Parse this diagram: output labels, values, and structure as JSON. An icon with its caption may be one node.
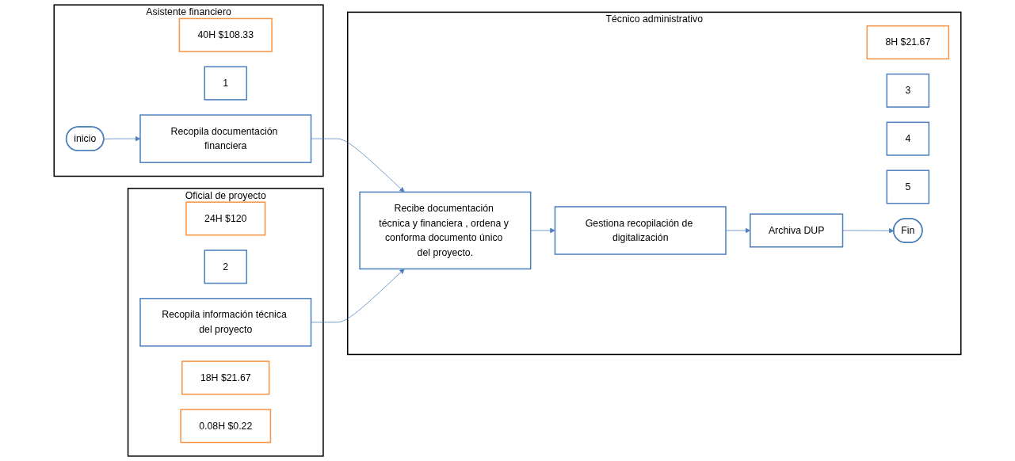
{
  "diagram": {
    "nodes": [
      {
        "text": [
          "Asistente financiero"
        ]
      },
      {
        "text": [
          "Oficial de proyecto"
        ]
      },
      {
        "text": [
          "Técnico administrativo"
        ]
      },
      {
        "text": [
          "inicio"
        ],
        "in": 0
      },
      {
        "text": [
          "40H $108.33"
        ],
        "in": 0
      },
      {
        "text": [
          "1"
        ],
        "in": 0
      },
      {
        "text": [
          "Recopila documentación financiera"
        ],
        "in": 0
      },
      {
        "text": [
          "24H $120"
        ],
        "in": 1
      },
      {
        "text": [
          "2"
        ],
        "in": 1
      },
      {
        "text": [
          "Recopila información técnica del proyecto"
        ],
        "in": 1
      },
      {
        "text": [
          "8H $21.67"
        ],
        "in": 2
      },
      {
        "text": [
          "3"
        ],
        "in": 2
      },
      {
        "text": [
          "Recibe documentación técnica y financiera , ordena y conforma documento único del proyecto."
        ],
        "in": 2
      },
      {
        "text": [
          "18H $21.67"
        ],
        "in": 1
      },
      {
        "text": [
          "4"
        ],
        "in": 2
      },
      {
        "text": [
          "Gestiona recopilación de digitalización"
        ],
        "in": 2
      },
      {
        "text": [
          "0.08H $0.22"
        ],
        "in": 1
      },
      {
        "text": [
          "5"
        ],
        "in": 2
      },
      {
        "text": [
          "Archiva DUP"
        ],
        "in": 2
      },
      {
        "text": [
          "Fin"
        ],
        "in": 2
      }
    ],
    "edges": [
      {
        "from": 3,
        "to": 6,
        "arrow": "to"
      },
      {
        "from": 6,
        "to": 12,
        "arrow": "to"
      },
      {
        "from": 9,
        "to": 12,
        "arrow": "to"
      },
      {
        "from": 12,
        "to": 15,
        "arrow": "to"
      },
      {
        "from": 15,
        "to": 18,
        "arrow": "to"
      },
      {
        "from": 18,
        "to": 19,
        "arrow": "to"
      }
    ]
  }
}
